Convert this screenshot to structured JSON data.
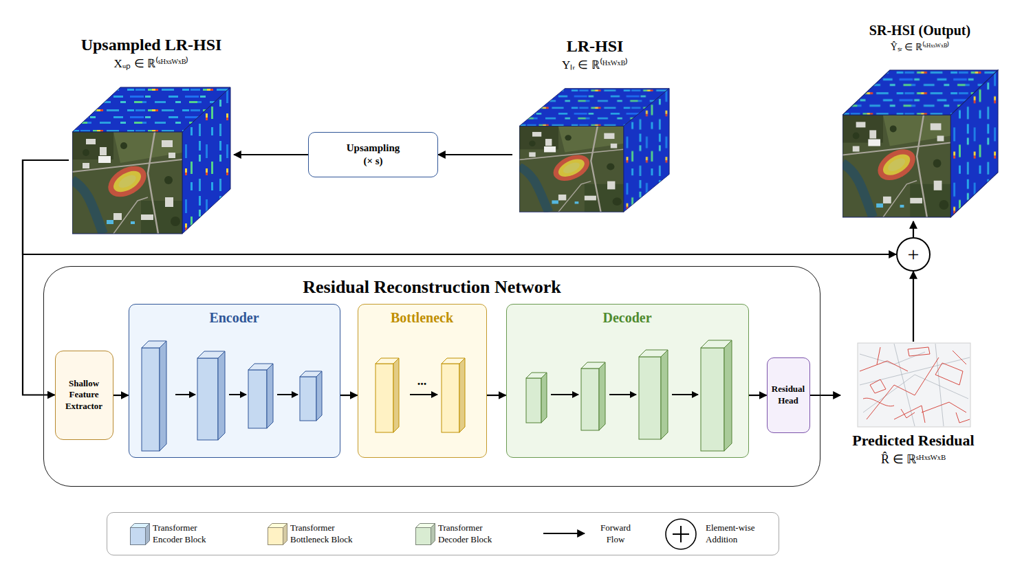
{
  "diagram": {
    "nodes": [
      {
        "text": [
          "Upsampled LR-HSI",
          "Xᵤₚ ∈ ℝ⁽ˢᴴˣˢᵂˣᴮ⁾"
        ]
      },
      {
        "text": [
          "Upsampling (× s)"
        ]
      },
      {
        "text": [
          "LR-HSI",
          "Yₗᵣ ∈ ℝ⁽ᴴˣᵂˣᴮ⁾"
        ]
      },
      {
        "text": [
          "SR-HSI (Output)",
          "Ŷₛᵣ ∈ ℝ⁽ˢᴴˣˢᵂˣᴮ⁾"
        ]
      },
      {
        "text": [
          "+"
        ]
      },
      {
        "text": [
          "Residual Reconstruction Network"
        ]
      },
      {
        "text": [
          "Shallow Feature Extractor"
        ],
        "in": 5
      },
      {
        "text": [
          "Encoder"
        ],
        "in": 5
      },
      {
        "text": [
          "Bottleneck",
          "..."
        ],
        "in": 5
      },
      {
        "text": [
          "Decoder"
        ],
        "in": 5
      },
      {
        "text": [
          "Residual Head"
        ],
        "in": 5
      },
      {
        "text": [
          "Predicted Residual",
          "R̂ ∈ ℝˢᴴˣˢᵂˣᴮ"
        ]
      }
    ],
    "edges": [
      {
        "from": 2,
        "to": 1,
        "arrow": "to"
      },
      {
        "from": 1,
        "to": 0,
        "arrow": "to"
      },
      {
        "from": 0,
        "to": 6,
        "arrow": "to"
      },
      {
        "from": 0,
        "to": 4,
        "arrow": "to"
      },
      {
        "from": 6,
        "to": 7,
        "arrow": "to"
      },
      {
        "from": 7,
        "to": 8,
        "arrow": "to"
      },
      {
        "from": 8,
        "to": 9,
        "arrow": "to"
      },
      {
        "from": 9,
        "to": 10,
        "arrow": "to"
      },
      {
        "from": 10,
        "to": 11,
        "arrow": "to"
      },
      {
        "from": 11,
        "to": 4,
        "arrow": "to"
      },
      {
        "from": 4,
        "to": 3,
        "arrow": "to"
      }
    ],
    "legend": [
      {
        "text": "Transformer Encoder Block",
        "color": "#c5d9f1"
      },
      {
        "text": "Transformer Bottleneck Block",
        "color": "#fff2c4"
      },
      {
        "text": "Transformer Decoder Block",
        "color": "#d9ecd2"
      },
      {
        "text": "Forward Flow"
      },
      {
        "text": "Element-wise Addition"
      }
    ]
  }
}
